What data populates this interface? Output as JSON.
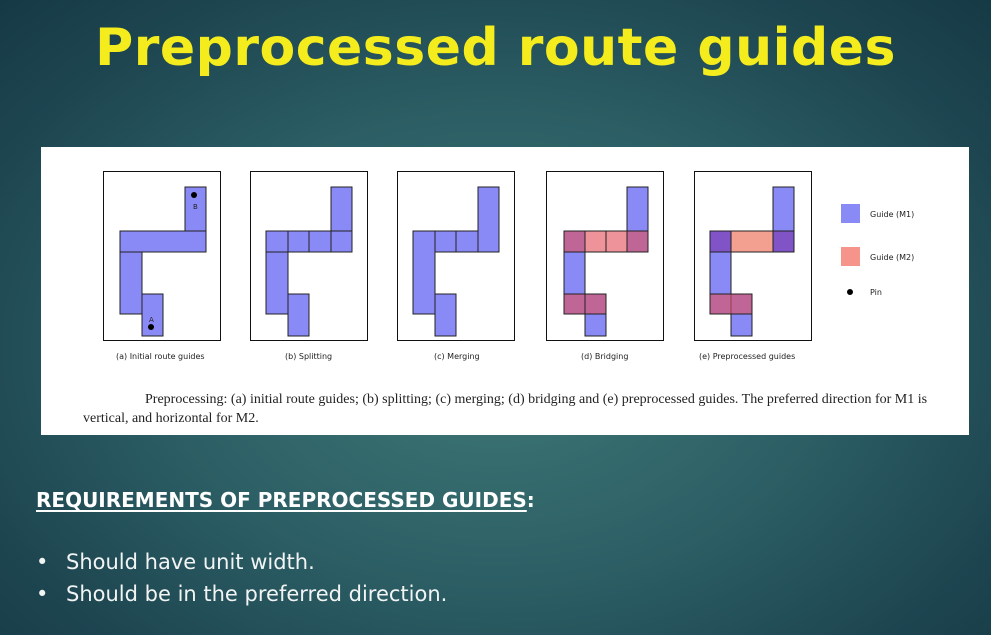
{
  "slide": {
    "title": "Preprocessed route guides",
    "figure": {
      "panels": [
        {
          "id": "a",
          "caption": "(a) Initial route guides",
          "pin_labels": [
            "B",
            "A"
          ]
        },
        {
          "id": "b",
          "caption": "(b) Splitting"
        },
        {
          "id": "c",
          "caption": "(c) Merging"
        },
        {
          "id": "d",
          "caption": "(d) Bridging"
        },
        {
          "id": "e",
          "caption": "(e) Preprocessed guides"
        }
      ],
      "legend": [
        {
          "label": "Guide (M1)",
          "color": "#8a8af7"
        },
        {
          "label": "Guide (M2)",
          "color": "#f4948a"
        },
        {
          "label": "Pin",
          "color": "#000000"
        }
      ],
      "caption": "Preprocessing: (a) initial route guides; (b) splitting; (c) merging; (d) bridging and (e) preprocessed guides. The preferred direction for M1 is vertical, and horizontal for M2."
    },
    "requirements": {
      "heading": "REQUIREMENTS OF PREPROCESSED GUIDES",
      "heading_suffix": ":",
      "items": [
        "Should have unit width.",
        "Should be in the preferred direction."
      ]
    }
  }
}
